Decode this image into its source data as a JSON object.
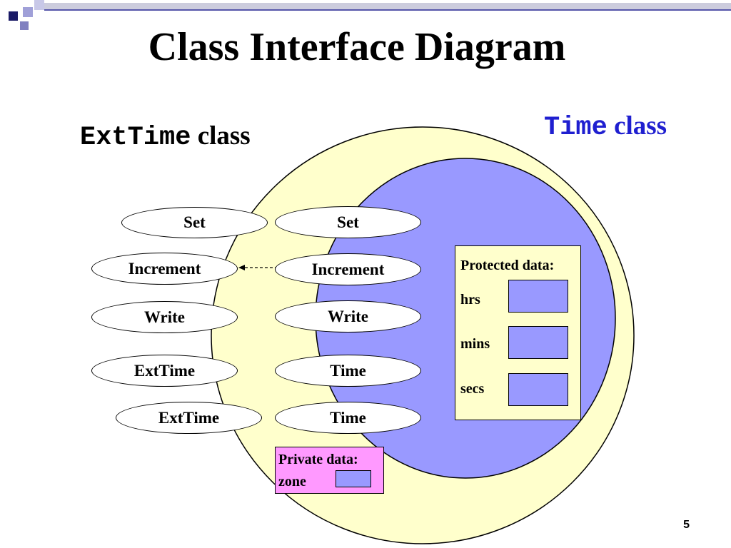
{
  "slide": {
    "title": "Class Interface Diagram",
    "page_number": "5"
  },
  "labels": {
    "ext_class_code": "ExtTime",
    "ext_class_word": "class",
    "time_class_code": "Time",
    "time_class_word": "class"
  },
  "ext_operations": [
    "Set",
    "Increment",
    "Write",
    "ExtTime",
    "ExtTime"
  ],
  "time_operations": [
    "Set",
    "Increment",
    "Write",
    "Time",
    "Time"
  ],
  "protected_box": {
    "heading": "Protected data:",
    "fields": [
      "hrs",
      "mins",
      "secs"
    ]
  },
  "private_box": {
    "heading": "Private data:",
    "field": "zone"
  },
  "colors": {
    "outer_circle": "#ffffcc",
    "inner_circle": "#9999ff",
    "protected_bg": "#ffffcc",
    "private_bg": "#ff99ff",
    "time_label": "#1f1fd0"
  }
}
